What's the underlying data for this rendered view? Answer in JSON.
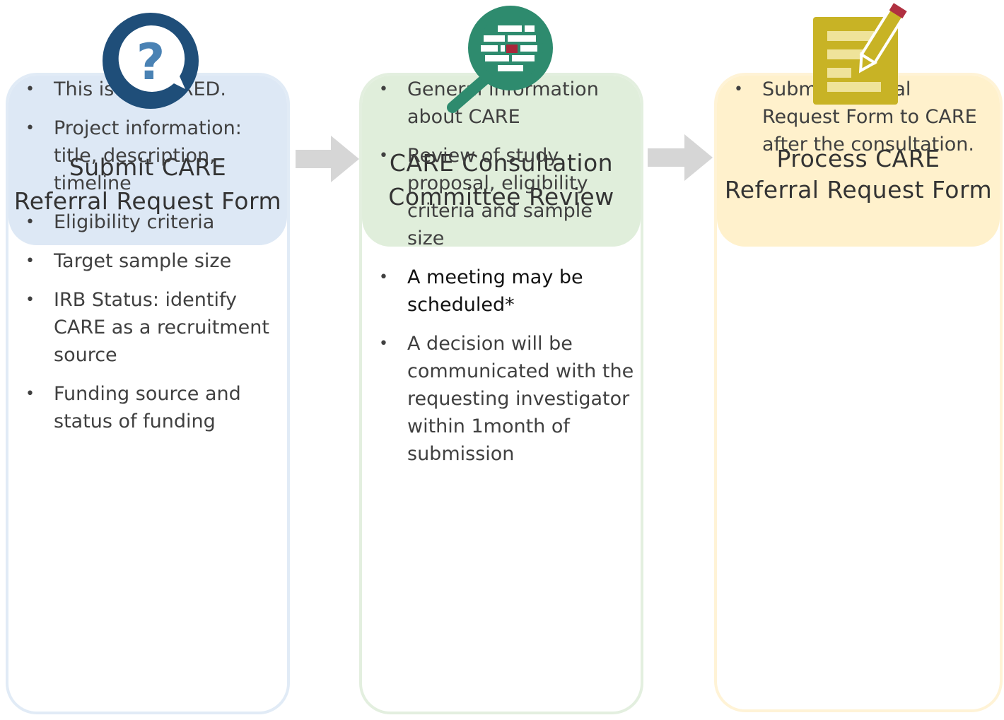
{
  "steps": [
    {
      "icon": "question-chat-icon",
      "title_lines": [
        "Submit CARE",
        "Referral Request Form"
      ],
      "bullets": [
        "This is REQUIRED.",
        "Project information: title, description, timeline",
        "Eligibility criteria",
        "Target sample size",
        "IRB Status: identify CARE as a recruitment source",
        "Funding source and status of funding"
      ]
    },
    {
      "icon": "magnifier-review-icon",
      "title_lines": [
        "CARE Consultation",
        "Committee Review"
      ],
      "bullets": [
        "General information about CARE",
        "Review of study proposal, eligibility criteria and sample size",
        "A meeting may be scheduled*",
        "A decision will  be communicated with the requesting investigator within 1month of submission"
      ]
    },
    {
      "icon": "form-pencil-icon",
      "title_lines": [
        "Process CARE",
        "Referral Request  Form"
      ],
      "bullets": [
        "Submit Referral Request Form to CARE after the consultation."
      ]
    }
  ],
  "colors": {
    "step1_header": "#dde8f5",
    "step2_header": "#e0eedb",
    "step3_header": "#fff1cc",
    "arrow": "#d6d6d6",
    "icon1": "#1f4e79",
    "icon2": "#2e8b6e",
    "icon3": "#c8b325"
  }
}
